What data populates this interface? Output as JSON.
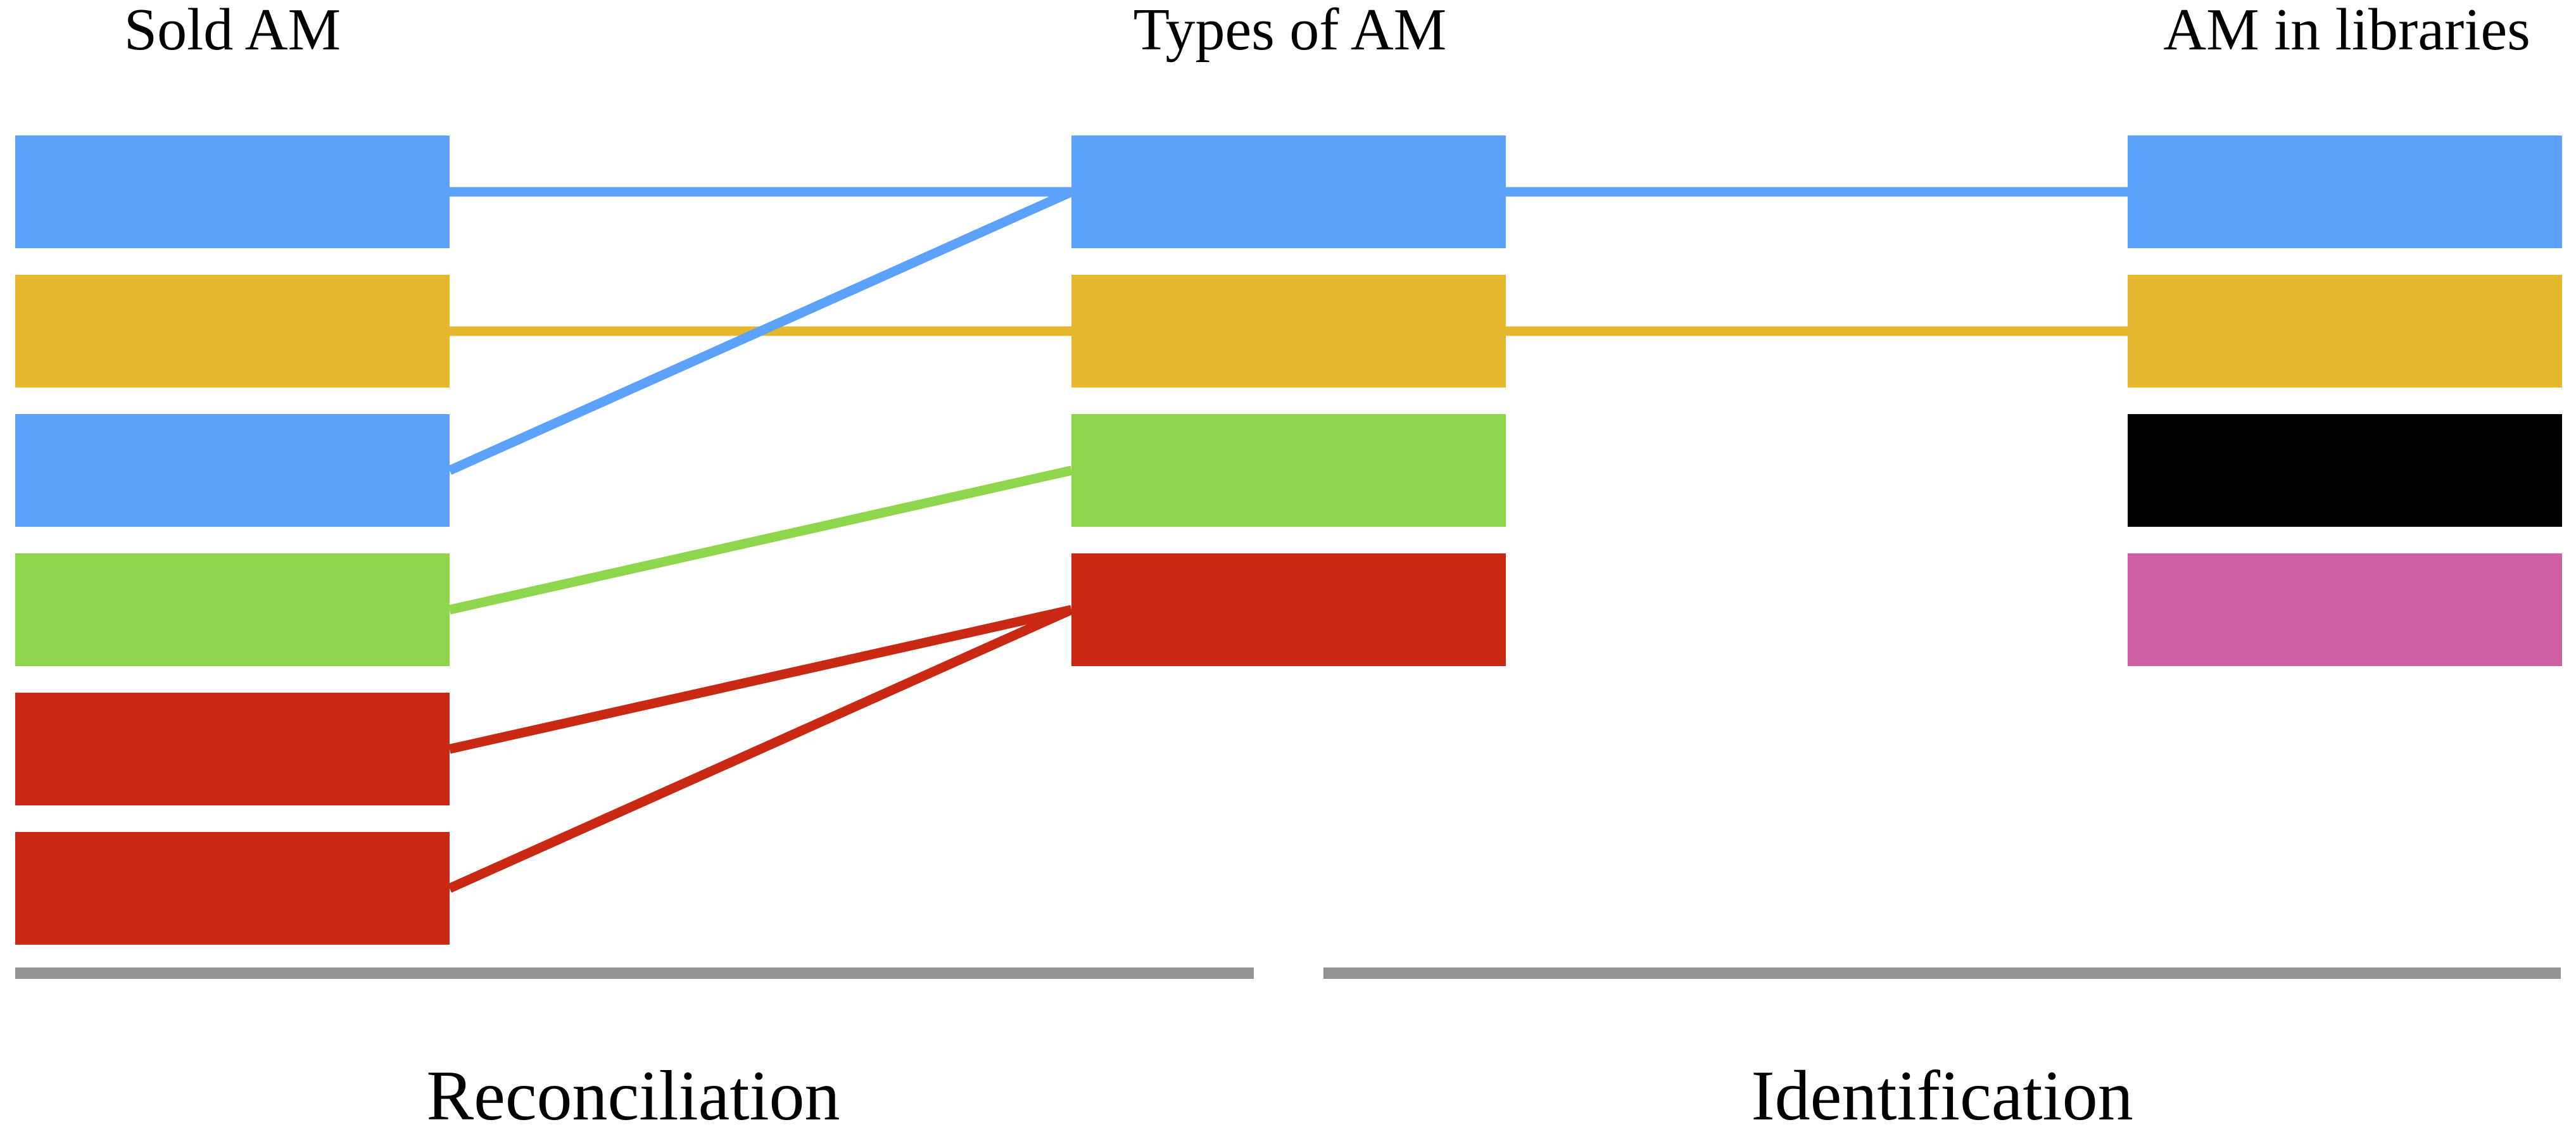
{
  "colors": {
    "blue": "#5ca1fc",
    "yellow": "#e6b82e",
    "green": "#8ed64b",
    "red": "#c92913",
    "black": "#000000",
    "pink": "#d060a6",
    "divider": "#949494"
  },
  "columns": [
    {
      "title": "Sold AM",
      "boxes": [
        "blue",
        "yellow",
        "blue",
        "green",
        "red",
        "red"
      ]
    },
    {
      "title": "Types of AM",
      "boxes": [
        "blue",
        "yellow",
        "green",
        "red"
      ]
    },
    {
      "title": "AM in libraries",
      "boxes": [
        "blue",
        "yellow",
        "black",
        "pink"
      ]
    }
  ],
  "links": [
    {
      "from": [
        0,
        0
      ],
      "to": [
        1,
        0
      ],
      "color": "blue"
    },
    {
      "from": [
        0,
        1
      ],
      "to": [
        1,
        1
      ],
      "color": "yellow"
    },
    {
      "from": [
        0,
        2
      ],
      "to": [
        1,
        0
      ],
      "color": "blue"
    },
    {
      "from": [
        0,
        3
      ],
      "to": [
        1,
        2
      ],
      "color": "green"
    },
    {
      "from": [
        0,
        4
      ],
      "to": [
        1,
        3
      ],
      "color": "red"
    },
    {
      "from": [
        0,
        5
      ],
      "to": [
        1,
        3
      ],
      "color": "red"
    },
    {
      "from": [
        1,
        0
      ],
      "to": [
        2,
        0
      ],
      "color": "blue"
    },
    {
      "from": [
        1,
        1
      ],
      "to": [
        2,
        1
      ],
      "color": "yellow"
    }
  ],
  "phases": {
    "reconciliation": "Reconciliation",
    "identification": "Identification"
  }
}
